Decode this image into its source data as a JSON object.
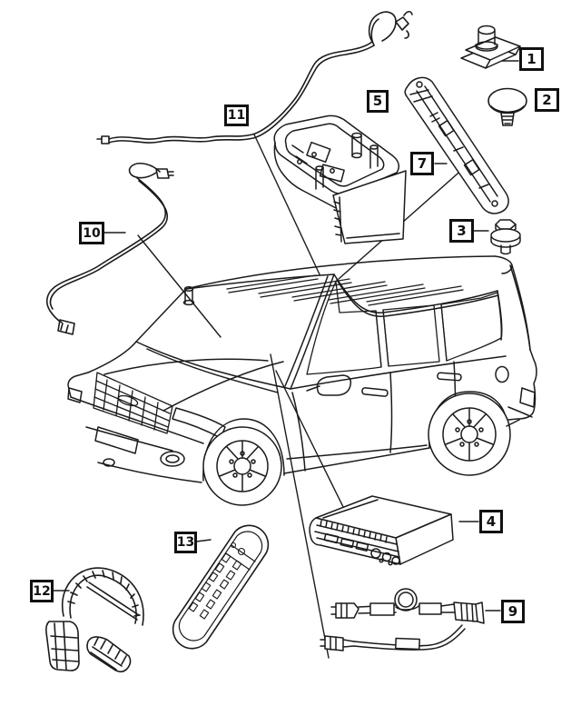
{
  "diagram": {
    "ink_color": "#1b1b1b",
    "background_color": "#ffffff",
    "callouts": [
      {
        "label": "1"
      },
      {
        "label": "2"
      },
      {
        "label": "3"
      },
      {
        "label": "4"
      },
      {
        "label": "5"
      },
      {
        "label": "7"
      },
      {
        "label": "9"
      },
      {
        "label": "10"
      },
      {
        "label": "11"
      },
      {
        "label": "12"
      },
      {
        "label": "13"
      }
    ]
  }
}
